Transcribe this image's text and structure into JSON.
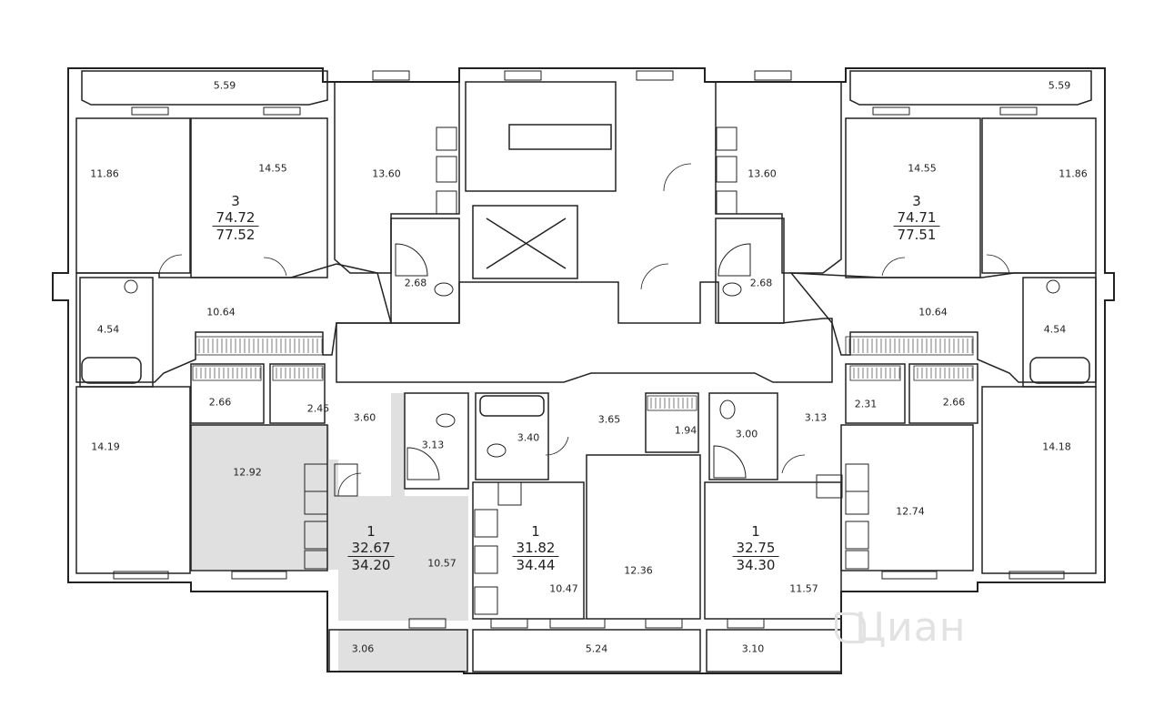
{
  "room_areas": {
    "balcony_top_left": "5.59",
    "balcony_top_right": "5.59",
    "room_a1": "11.86",
    "room_a2": "14.55",
    "room_a3": "13.60",
    "room_b1": "13.60",
    "room_b2": "14.55",
    "room_b3": "11.86",
    "bath_left": "2.68",
    "bath_right": "2.68",
    "hall_left": "10.64",
    "hall_right": "10.64",
    "wc_left": "4.54",
    "wc_right": "4.54",
    "closet_l1": "2.66",
    "closet_l2": "2.45",
    "closet_r1": "2.31",
    "closet_r2": "2.66",
    "room_left_bottom": "14.19",
    "room_right_bottom": "14.18",
    "hall_s1": "3.60",
    "bath_s1": "3.13",
    "bath_s2": "3.40",
    "hall_s2": "3.65",
    "closet_s2": "1.94",
    "bath_s3": "3.00",
    "hall_s3": "3.13",
    "room_s1": "12.92",
    "kitchen_s1": "10.57",
    "kitchen_s2": "10.47",
    "room_s2": "12.36",
    "room_s3": "12.74",
    "kitchen_s3": "11.57",
    "loggia_s1": "3.06",
    "loggia_s2": "5.24",
    "loggia_s3": "3.10"
  },
  "apartments": [
    {
      "rooms": "3",
      "living_area": "74.72",
      "total_area": "77.52"
    },
    {
      "rooms": "3",
      "living_area": "74.71",
      "total_area": "77.51"
    },
    {
      "rooms": "1",
      "living_area": "32.67",
      "total_area": "34.20"
    },
    {
      "rooms": "1",
      "living_area": "31.82",
      "total_area": "34.44"
    },
    {
      "rooms": "1",
      "living_area": "32.75",
      "total_area": "34.30"
    }
  ],
  "watermark": "Циан",
  "colors": {
    "wall": "#222222",
    "highlight": "#e0e0e0",
    "background": "#ffffff"
  }
}
